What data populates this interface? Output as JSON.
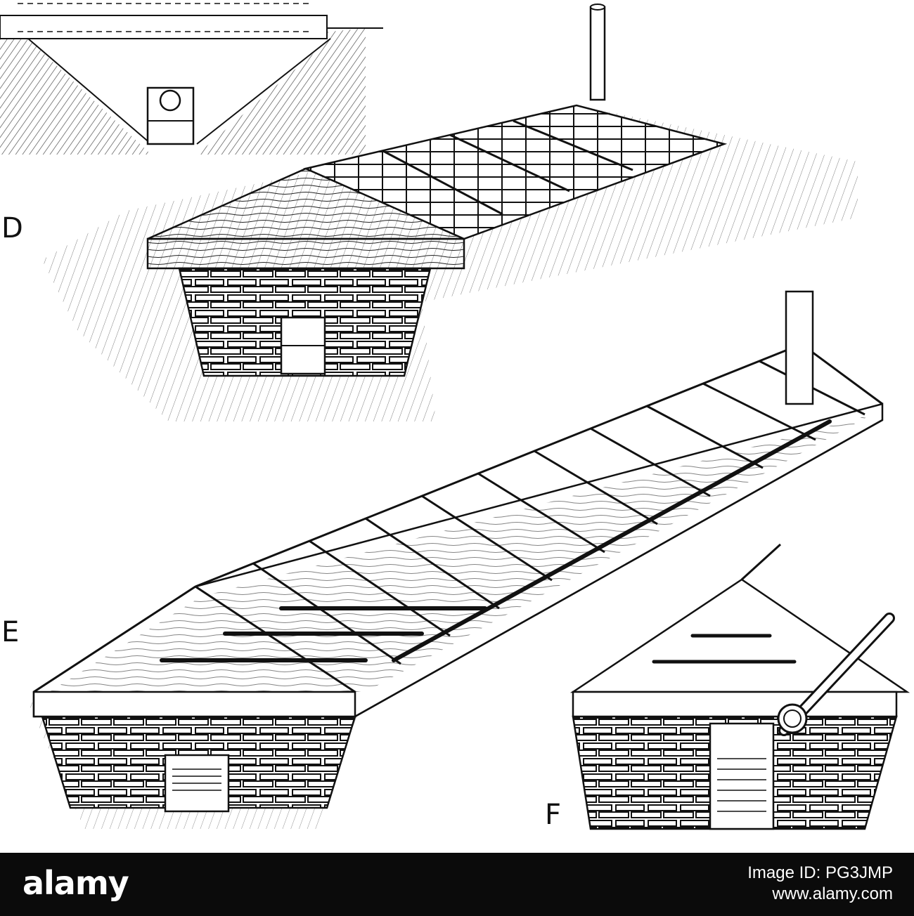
{
  "figure": {
    "labels": {
      "d": "D",
      "e": "E",
      "f": "F"
    },
    "parts": {
      "cross_section": "cross-section",
      "house_d": "house-d",
      "house_e": "house-e",
      "detail_f": "detail-f"
    },
    "colors": {
      "ink": "#1a1a1a",
      "paper": "#ffffff"
    }
  },
  "footer": {
    "brand": "alamy",
    "image_id_label": "Image ID: PG3JMP",
    "website": "www.alamy.com",
    "background": "#0b0b0b"
  }
}
